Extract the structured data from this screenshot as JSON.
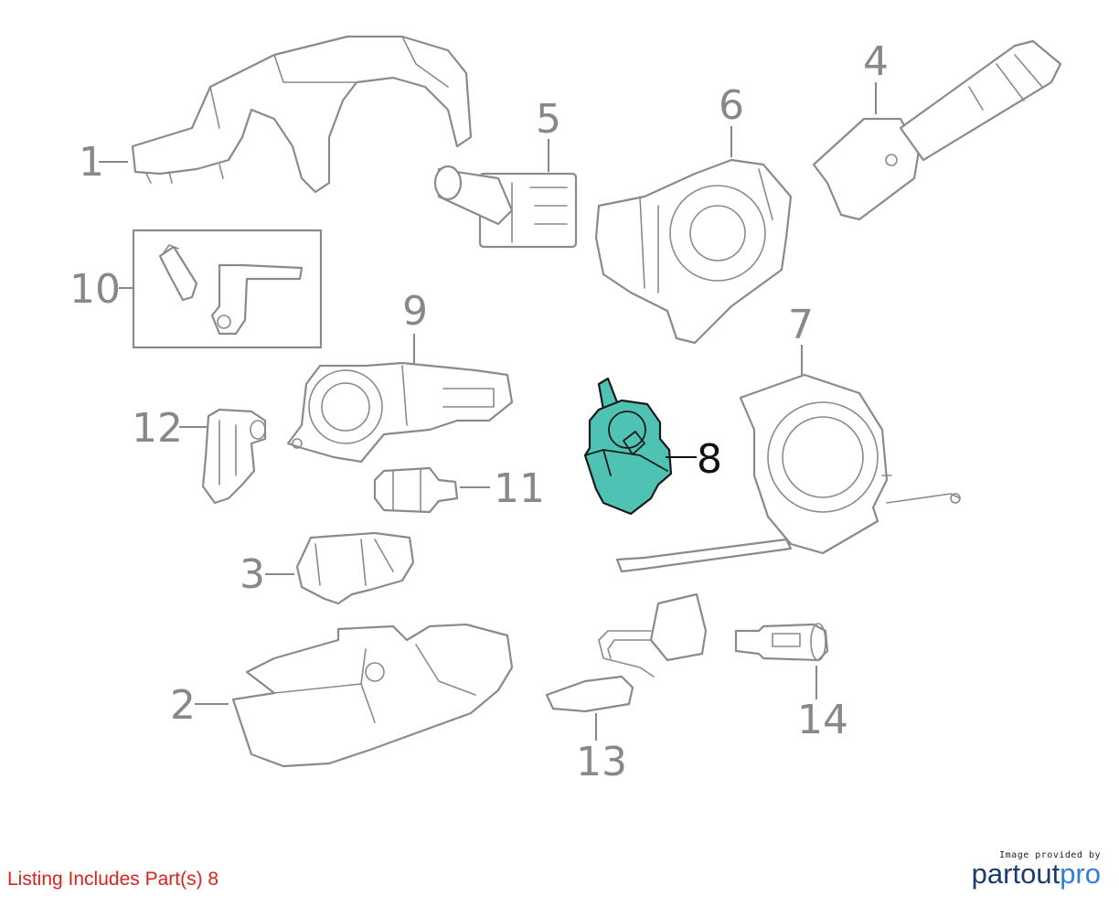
{
  "callouts": [
    "1",
    "2",
    "3",
    "4",
    "5",
    "6",
    "7",
    "8",
    "9",
    "10",
    "11",
    "12",
    "13",
    "14"
  ],
  "highlighted_part": "8",
  "colors": {
    "highlight": "#4fc3b3",
    "listing_text": "#e0201b",
    "line_art": "#8a8a8a",
    "brand": "#1c3b6e",
    "brand_accent": "#2e7fd6"
  },
  "footer": {
    "listing": "Listing Includes Part(s) 8",
    "credit_small": "Image provided by",
    "brand_prefix": "partout",
    "brand_suffix": "pro"
  }
}
